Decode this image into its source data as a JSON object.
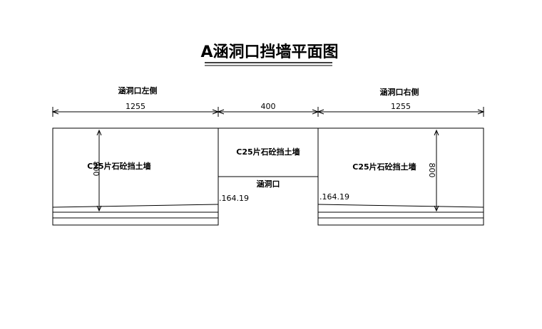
{
  "title": "A涵洞口挡墙平面图",
  "left_side_label": "涵洞口左侧",
  "right_side_label": "涵洞口右侧",
  "dimensions": {
    "left_width": "1255",
    "middle_width": "400",
    "right_width": "1255",
    "left_height": "800",
    "right_height": "800"
  },
  "wall_labels": {
    "left": "C25片石砼挡土墙",
    "middle": "C25片石砼挡土墙",
    "right": "C25片石砼挡土墙"
  },
  "culvert_label": "涵洞口",
  "elevations": {
    "left": ".164.19",
    "right": ".164.19"
  }
}
